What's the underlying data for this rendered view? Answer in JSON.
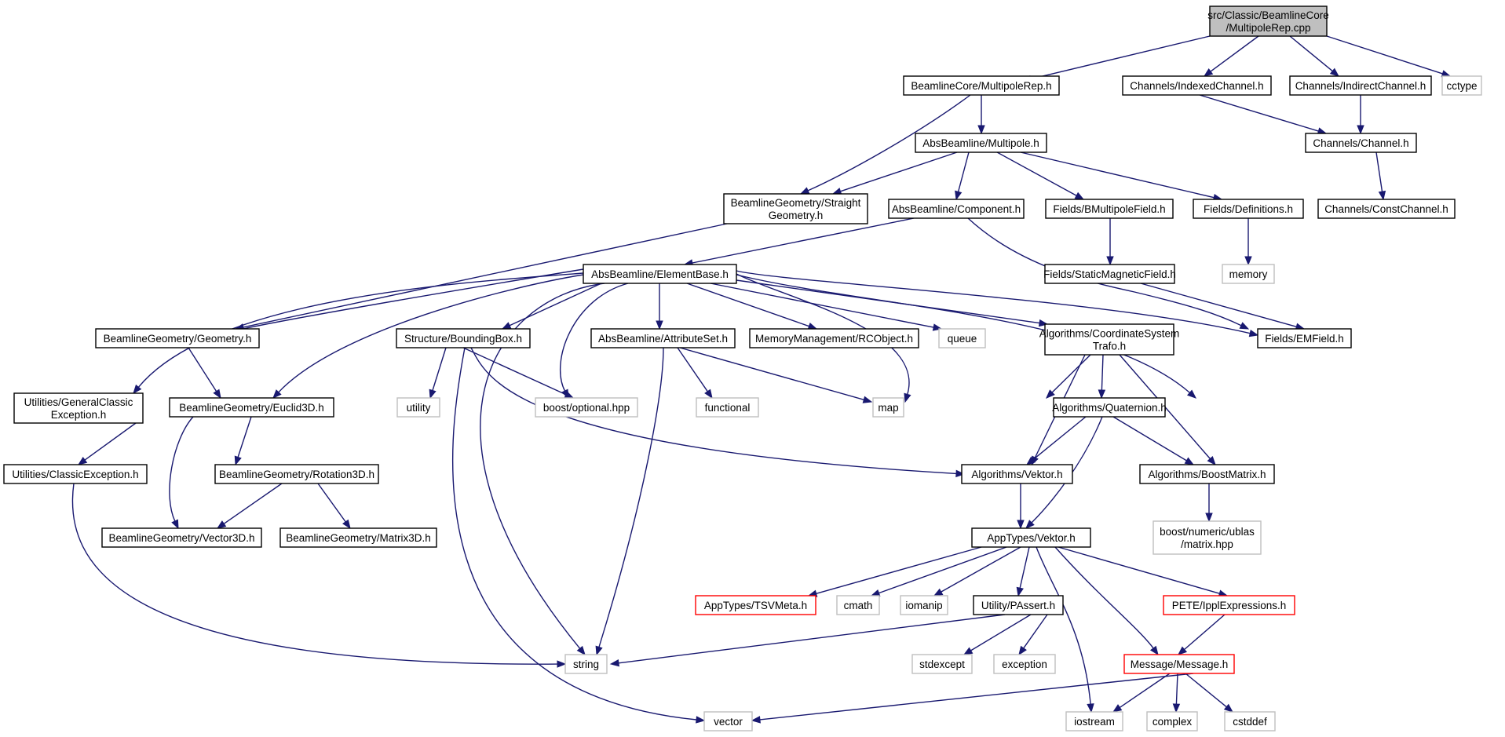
{
  "colors": {
    "edge": "#191970",
    "node_border_default": "#000000",
    "node_border_system": "#bfbfbf",
    "node_border_truncated": "#ff0000",
    "root_fill": "#bfbfbf",
    "node_fill": "#ffffff",
    "label": "#000000"
  },
  "nodes": [
    {
      "id": "root",
      "lines": [
        "src/Classic/BeamlineCore",
        "/MultipoleRep.cpp"
      ],
      "kind": "root"
    },
    {
      "id": "bc_multipolerep",
      "lines": [
        "BeamlineCore/MultipoleRep.h"
      ],
      "kind": "default"
    },
    {
      "id": "ch_indexed",
      "lines": [
        "Channels/IndexedChannel.h"
      ],
      "kind": "default"
    },
    {
      "id": "ch_indirect",
      "lines": [
        "Channels/IndirectChannel.h"
      ],
      "kind": "default"
    },
    {
      "id": "cctype",
      "lines": [
        "cctype"
      ],
      "kind": "system"
    },
    {
      "id": "ab_multipole",
      "lines": [
        "AbsBeamline/Multipole.h"
      ],
      "kind": "default"
    },
    {
      "id": "ch_channel",
      "lines": [
        "Channels/Channel.h"
      ],
      "kind": "default"
    },
    {
      "id": "bg_straight",
      "lines": [
        "BeamlineGeometry/Straight",
        "Geometry.h"
      ],
      "kind": "default"
    },
    {
      "id": "ab_component",
      "lines": [
        "AbsBeamline/Component.h"
      ],
      "kind": "default"
    },
    {
      "id": "f_bmultipole",
      "lines": [
        "Fields/BMultipoleField.h"
      ],
      "kind": "default"
    },
    {
      "id": "f_definitions",
      "lines": [
        "Fields/Definitions.h"
      ],
      "kind": "default"
    },
    {
      "id": "ch_const",
      "lines": [
        "Channels/ConstChannel.h"
      ],
      "kind": "default"
    },
    {
      "id": "f_staticmag",
      "lines": [
        "Fields/StaticMagneticField.h"
      ],
      "kind": "default"
    },
    {
      "id": "memory",
      "lines": [
        "memory"
      ],
      "kind": "system"
    },
    {
      "id": "ab_elementbase",
      "lines": [
        "AbsBeamline/ElementBase.h"
      ],
      "kind": "default"
    },
    {
      "id": "bg_geometry",
      "lines": [
        "BeamlineGeometry/Geometry.h"
      ],
      "kind": "default"
    },
    {
      "id": "st_boundingbox",
      "lines": [
        "Structure/BoundingBox.h"
      ],
      "kind": "default"
    },
    {
      "id": "ab_attributeset",
      "lines": [
        "AbsBeamline/AttributeSet.h"
      ],
      "kind": "default"
    },
    {
      "id": "mm_rcobject",
      "lines": [
        "MemoryManagement/RCObject.h"
      ],
      "kind": "default"
    },
    {
      "id": "queue",
      "lines": [
        "queue"
      ],
      "kind": "system"
    },
    {
      "id": "alg_coordtrafo",
      "lines": [
        "Algorithms/CoordinateSystem",
        "Trafo.h"
      ],
      "kind": "default"
    },
    {
      "id": "f_emfield",
      "lines": [
        "Fields/EMField.h"
      ],
      "kind": "default"
    },
    {
      "id": "ut_genexc",
      "lines": [
        "Utilities/GeneralClassic",
        "Exception.h"
      ],
      "kind": "default"
    },
    {
      "id": "bg_euclid",
      "lines": [
        "BeamlineGeometry/Euclid3D.h"
      ],
      "kind": "default"
    },
    {
      "id": "utility",
      "lines": [
        "utility"
      ],
      "kind": "system"
    },
    {
      "id": "boost_optional",
      "lines": [
        "boost/optional.hpp"
      ],
      "kind": "system"
    },
    {
      "id": "functional",
      "lines": [
        "functional"
      ],
      "kind": "system"
    },
    {
      "id": "map",
      "lines": [
        "map"
      ],
      "kind": "system"
    },
    {
      "id": "alg_quaternion",
      "lines": [
        "Algorithms/Quaternion.h"
      ],
      "kind": "default"
    },
    {
      "id": "ut_classicexc",
      "lines": [
        "Utilities/ClassicException.h"
      ],
      "kind": "default"
    },
    {
      "id": "bg_rotation",
      "lines": [
        "BeamlineGeometry/Rotation3D.h"
      ],
      "kind": "default"
    },
    {
      "id": "alg_vektor",
      "lines": [
        "Algorithms/Vektor.h"
      ],
      "kind": "default"
    },
    {
      "id": "alg_boostmatrix",
      "lines": [
        "Algorithms/BoostMatrix.h"
      ],
      "kind": "default"
    },
    {
      "id": "bg_vector3d",
      "lines": [
        "BeamlineGeometry/Vector3D.h"
      ],
      "kind": "default"
    },
    {
      "id": "bg_matrix3d",
      "lines": [
        "BeamlineGeometry/Matrix3D.h"
      ],
      "kind": "default"
    },
    {
      "id": "app_vektor",
      "lines": [
        "AppTypes/Vektor.h"
      ],
      "kind": "default"
    },
    {
      "id": "boost_ublas",
      "lines": [
        "boost/numeric/ublas",
        "/matrix.hpp"
      ],
      "kind": "system"
    },
    {
      "id": "app_tsvmeta",
      "lines": [
        "AppTypes/TSVMeta.h"
      ],
      "kind": "truncated"
    },
    {
      "id": "cmath",
      "lines": [
        "cmath"
      ],
      "kind": "system"
    },
    {
      "id": "iomanip",
      "lines": [
        "iomanip"
      ],
      "kind": "system"
    },
    {
      "id": "u_passert",
      "lines": [
        "Utility/PAssert.h"
      ],
      "kind": "default"
    },
    {
      "id": "pete_ippl",
      "lines": [
        "PETE/IpplExpressions.h"
      ],
      "kind": "truncated"
    },
    {
      "id": "string",
      "lines": [
        "string"
      ],
      "kind": "system"
    },
    {
      "id": "stdexcept",
      "lines": [
        "stdexcept"
      ],
      "kind": "system"
    },
    {
      "id": "exception",
      "lines": [
        "exception"
      ],
      "kind": "system"
    },
    {
      "id": "msg_message",
      "lines": [
        "Message/Message.h"
      ],
      "kind": "truncated"
    },
    {
      "id": "vector",
      "lines": [
        "vector"
      ],
      "kind": "system"
    },
    {
      "id": "iostream",
      "lines": [
        "iostream"
      ],
      "kind": "system"
    },
    {
      "id": "complex",
      "lines": [
        "complex"
      ],
      "kind": "system"
    },
    {
      "id": "cstddef",
      "lines": [
        "cstddef"
      ],
      "kind": "system"
    }
  ]
}
